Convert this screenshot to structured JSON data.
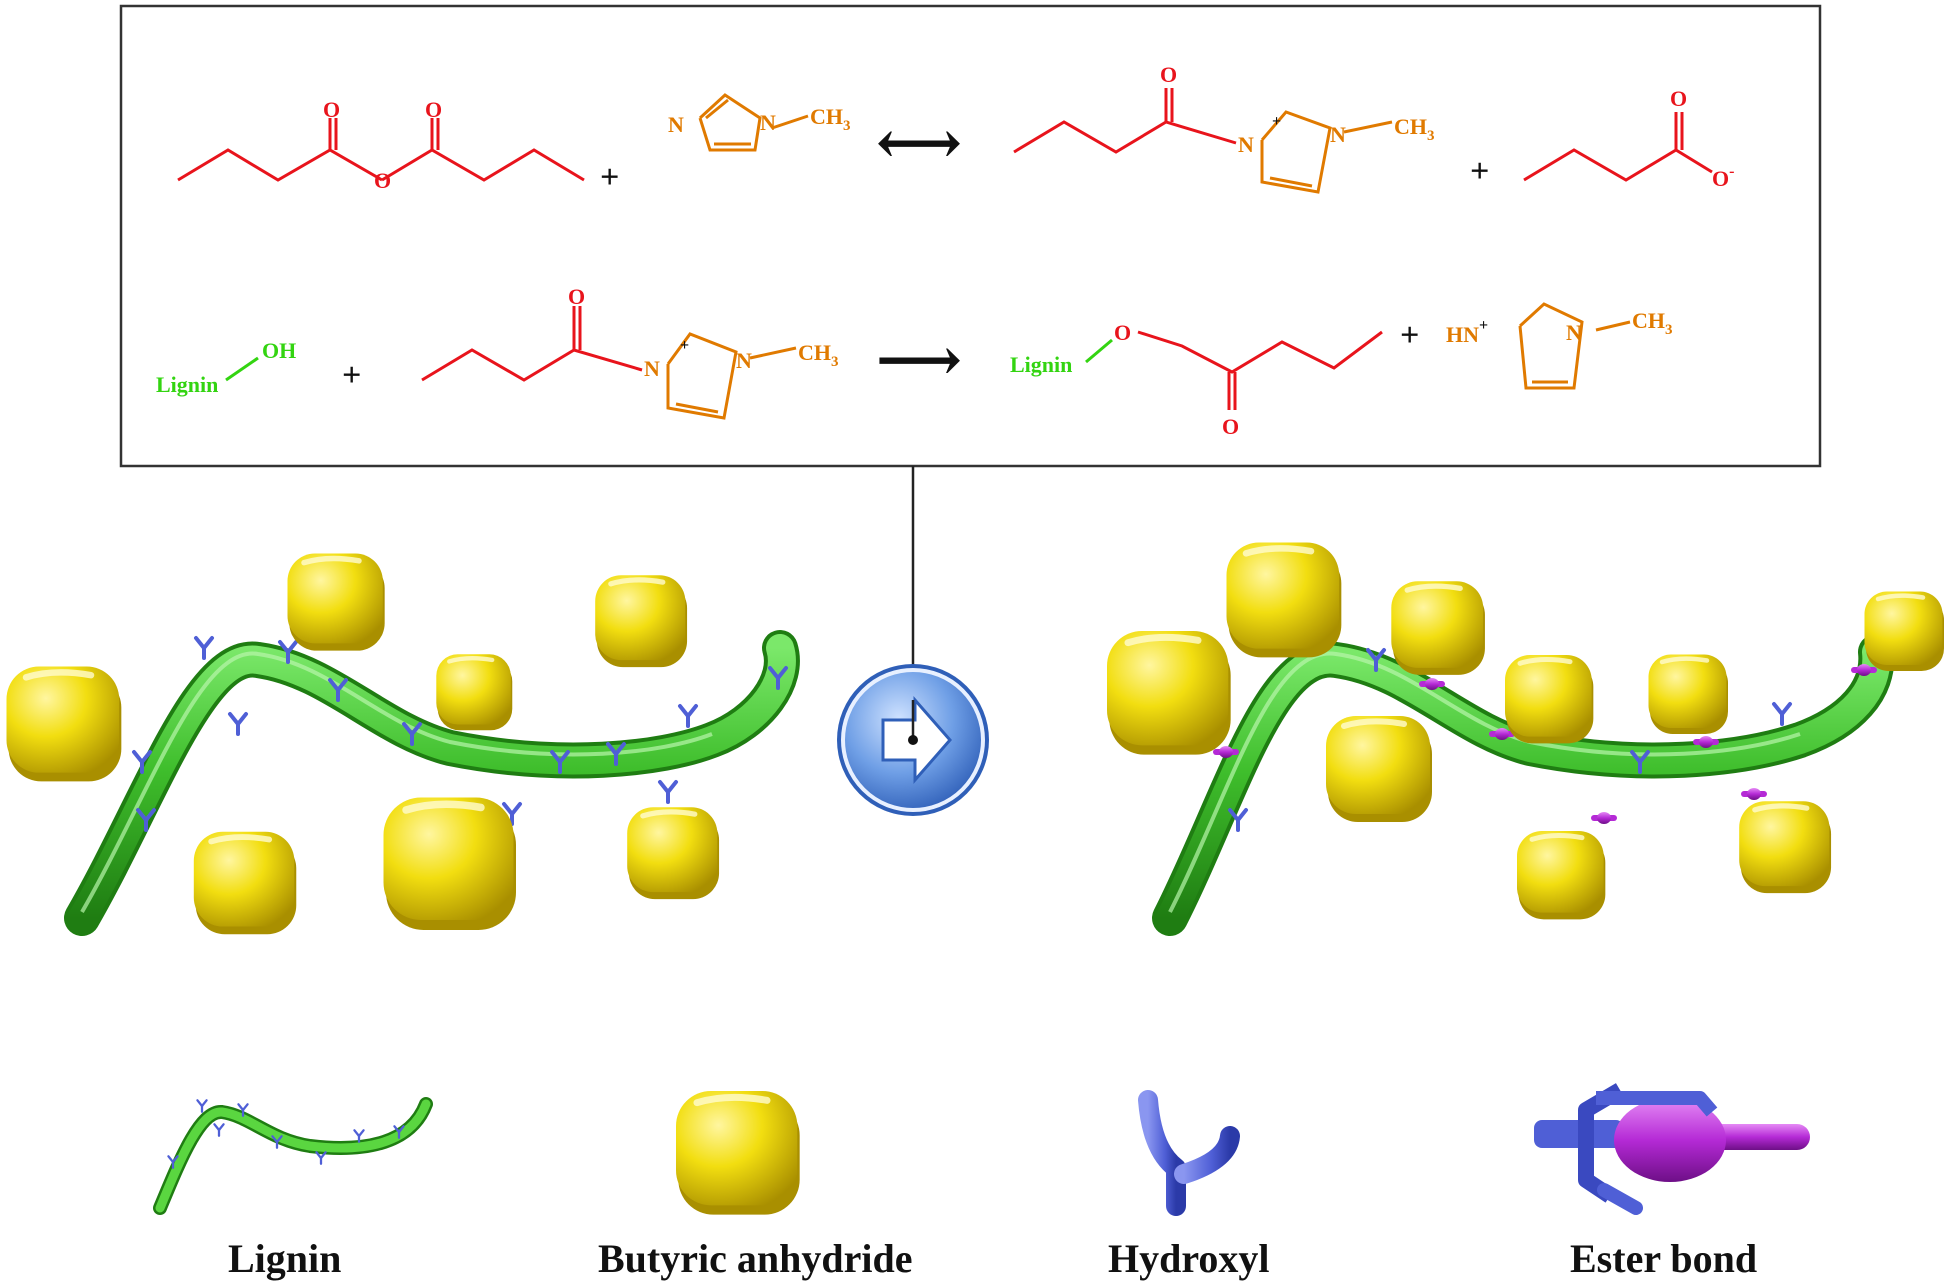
{
  "colors": {
    "butyryl": "#e8141c",
    "imidazole": "#e07a00",
    "lignin": "#33d411",
    "tube": "#3fbe2c",
    "tube_dark": "#1f7d12",
    "cube": "#f2de10",
    "cube_dark": "#b39c00",
    "hydroxyl": "#4f5fd6",
    "ester": "#b52ad6",
    "arrow_circle": "#5b8fd8",
    "box_border": "#333333"
  },
  "reaction_1": {
    "carbonyl_o": "O",
    "bridge_o": "O",
    "plus_1": "+",
    "imid_n3": "N",
    "imid_n1": "N",
    "imid_me": "CH",
    "imid_me_sub": "3",
    "equilibrium_arrow": "⟷",
    "prod_carbonyl_o": "O",
    "prod_n3": "N",
    "prod_charge": "+",
    "prod_n1": "N",
    "prod_me": "CH",
    "prod_me_sub": "3",
    "plus_2": "+",
    "acid_o": "O",
    "acid_ominus": "O",
    "acid_charge": "-"
  },
  "reaction_2": {
    "lignin_label": "Lignin",
    "oh_label": "OH",
    "plus_1": "+",
    "carbonyl_o": "O",
    "acyl_n3": "N",
    "acyl_charge": "+",
    "acyl_n1": "N",
    "acyl_me": "CH",
    "acyl_me_sub": "3",
    "arrow": "⟶",
    "prod_lignin_label": "Lignin",
    "prod_o": "O",
    "prod_carbonyl_o": "O",
    "plus_2": "+",
    "hn_label": "HN",
    "hn_charge": "+",
    "hn_n1": "N",
    "hn_me": "CH",
    "hn_me_sub": "3"
  },
  "legend": [
    {
      "label": "Lignin",
      "icon": "lignin-strand-icon"
    },
    {
      "label": "Butyric anhydride",
      "icon": "anhydride-cube-icon"
    },
    {
      "label": "Hydroxyl",
      "icon": "hydroxyl-fork-icon"
    },
    {
      "label": "Ester bond",
      "icon": "ester-bond-icon"
    }
  ],
  "center_arrow": {
    "icon": "right-arrow-circle-icon"
  }
}
